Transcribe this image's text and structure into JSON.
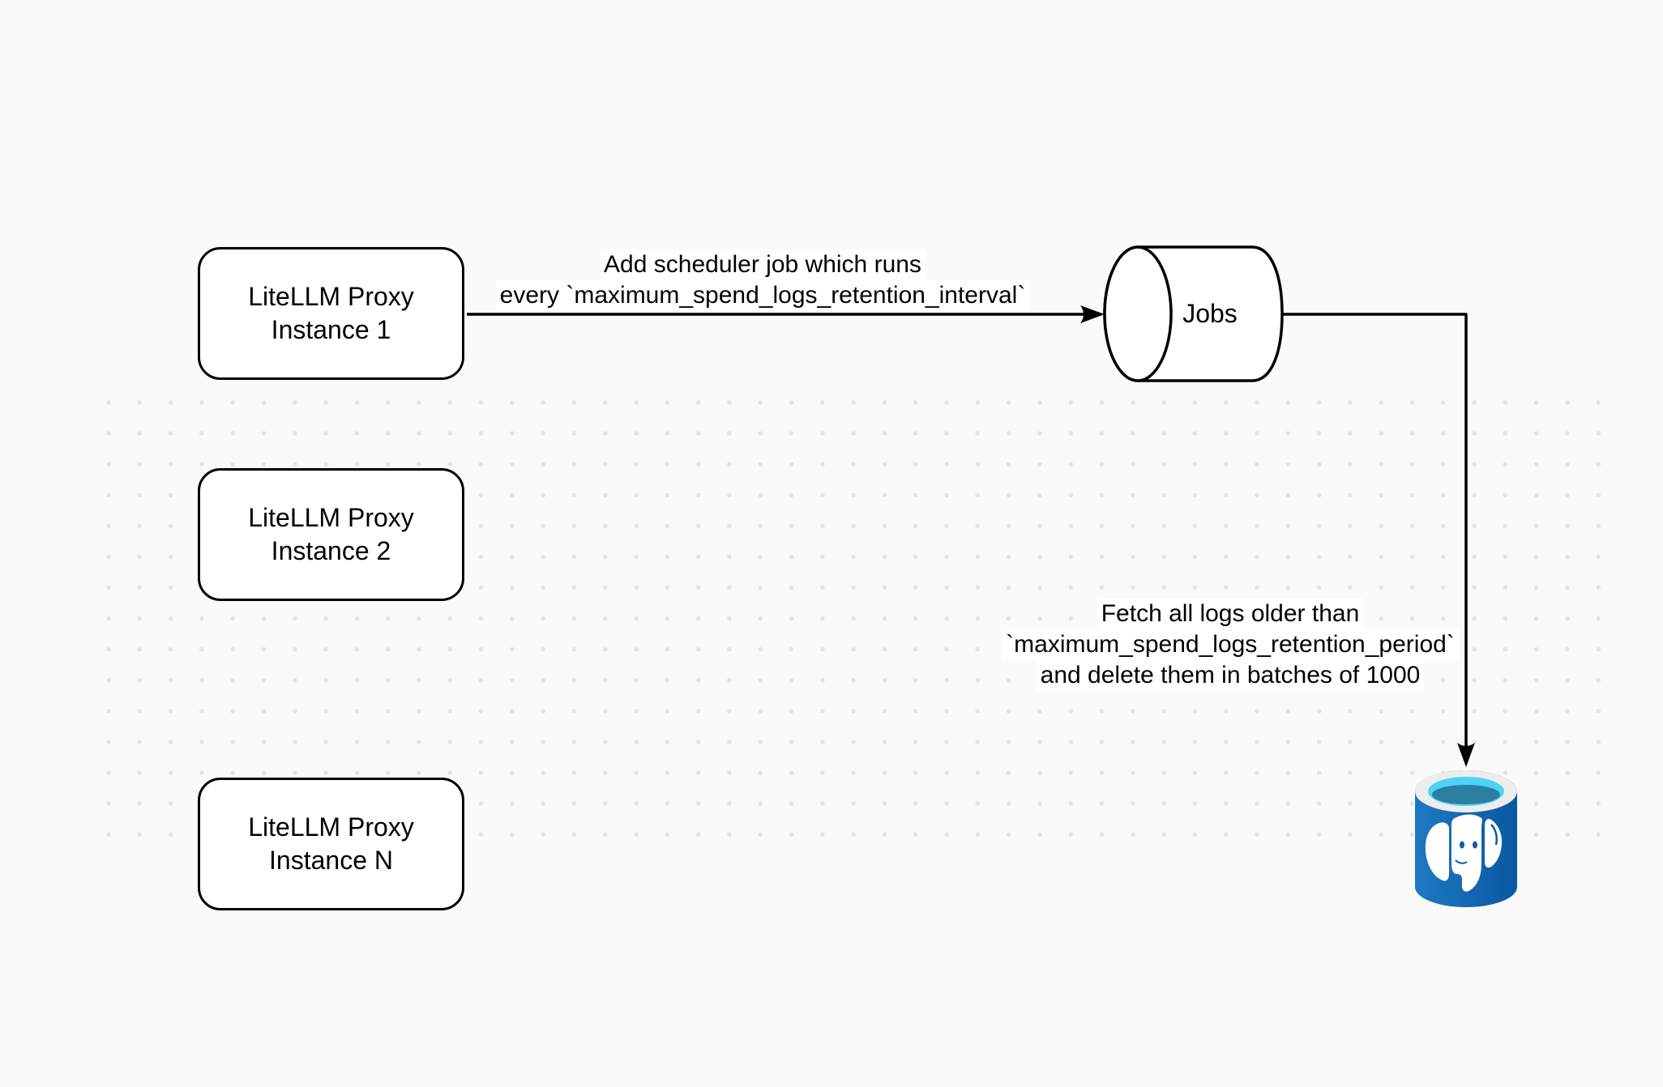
{
  "canvas": {
    "background_color": "#fafafa",
    "dot_color": "#e4e4e4"
  },
  "nodes": {
    "proxy_instances": [
      {
        "line1": "LiteLLM Proxy",
        "line2": "Instance 1"
      },
      {
        "line1": "LiteLLM Proxy",
        "line2": "Instance 2"
      },
      {
        "line1": "LiteLLM Proxy",
        "line2": "Instance N"
      }
    ],
    "jobs_queue": {
      "label": "Jobs"
    },
    "database": {
      "icon": "postgresql-elephant-database"
    }
  },
  "edges": {
    "add_job": {
      "line1": "Add scheduler job which runs",
      "line2": "every `maximum_spend_logs_retention_interval`"
    },
    "cleanup": {
      "line1": "Fetch all logs older than",
      "line2": "`maximum_spend_logs_retention_period`",
      "line3": "and delete them in batches of 1000"
    }
  },
  "colors": {
    "stroke": "#000000",
    "shape_fill": "#ffffff",
    "postgres_blue_light": "#1e79c2",
    "postgres_blue_dark": "#0a57a3",
    "postgres_rim": "#ededed",
    "postgres_opening": "#4ed3f6",
    "postgres_opening_depth": "#2b7fa3"
  }
}
